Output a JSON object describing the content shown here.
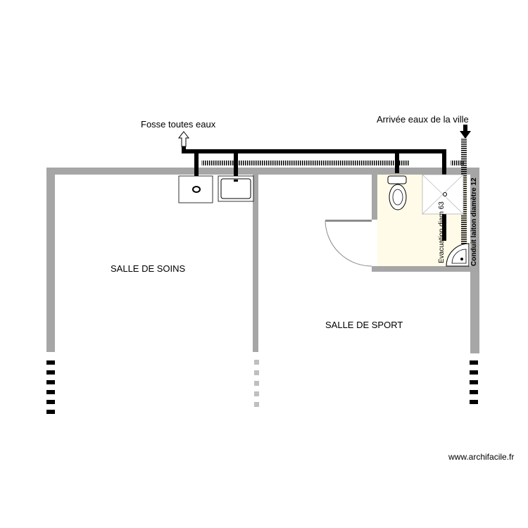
{
  "labels": {
    "fosse": "Fosse toutes eaux",
    "arrivee": "Arrivée eaux de la ville",
    "salle_soins": "SALLE DE SOINS",
    "salle_sport": "SALLE DE SPORT",
    "evacuation": "Evacuation diam 63",
    "conduit": "Conduit laiton diamètre 12",
    "watermark": "www.archifacile.fr"
  },
  "colors": {
    "wall": "#a6a6a6",
    "pipe": "#000000",
    "bathroom_fill": "#fffbe8",
    "door": "#8c8c8c"
  }
}
